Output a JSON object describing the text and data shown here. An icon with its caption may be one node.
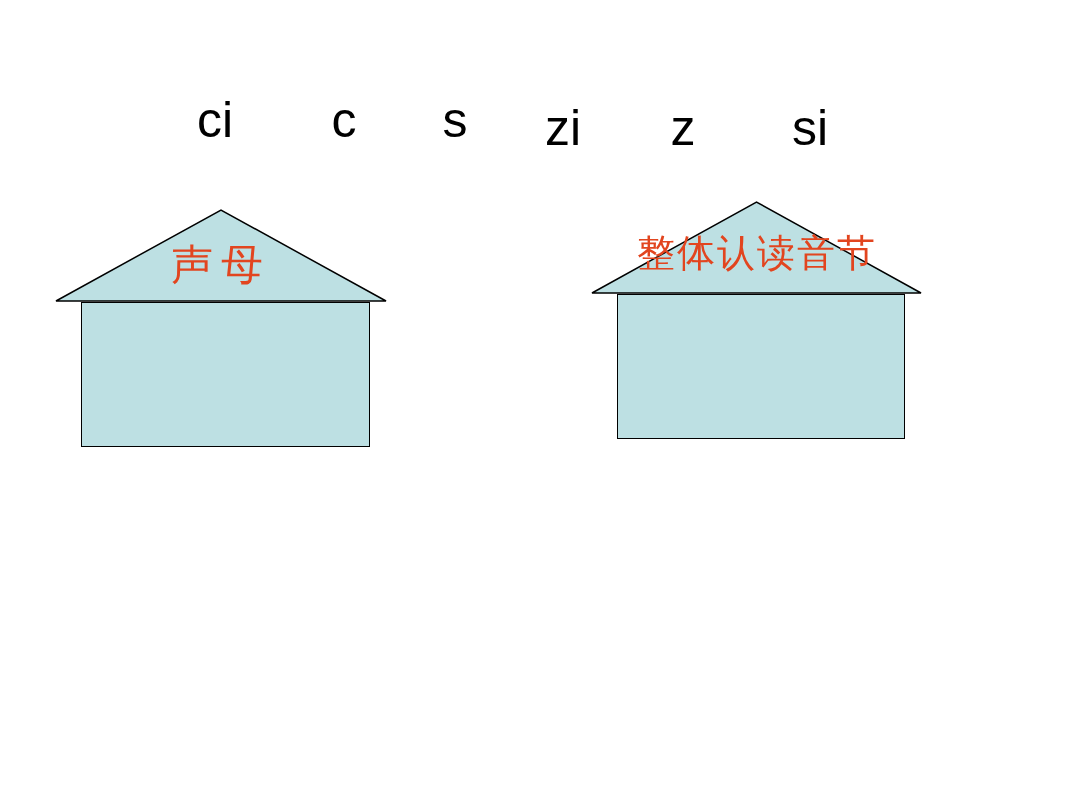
{
  "diagram": {
    "nodes": [
      {
        "text": [
          "声母"
        ]
      },
      {
        "text": [],
        "shape": "box"
      },
      {
        "text": [
          "整体认读音节"
        ]
      },
      {
        "text": [],
        "shape": "box"
      }
    ],
    "labels": [
      "ci",
      "c",
      "s",
      "zi",
      "z",
      "si"
    ]
  }
}
